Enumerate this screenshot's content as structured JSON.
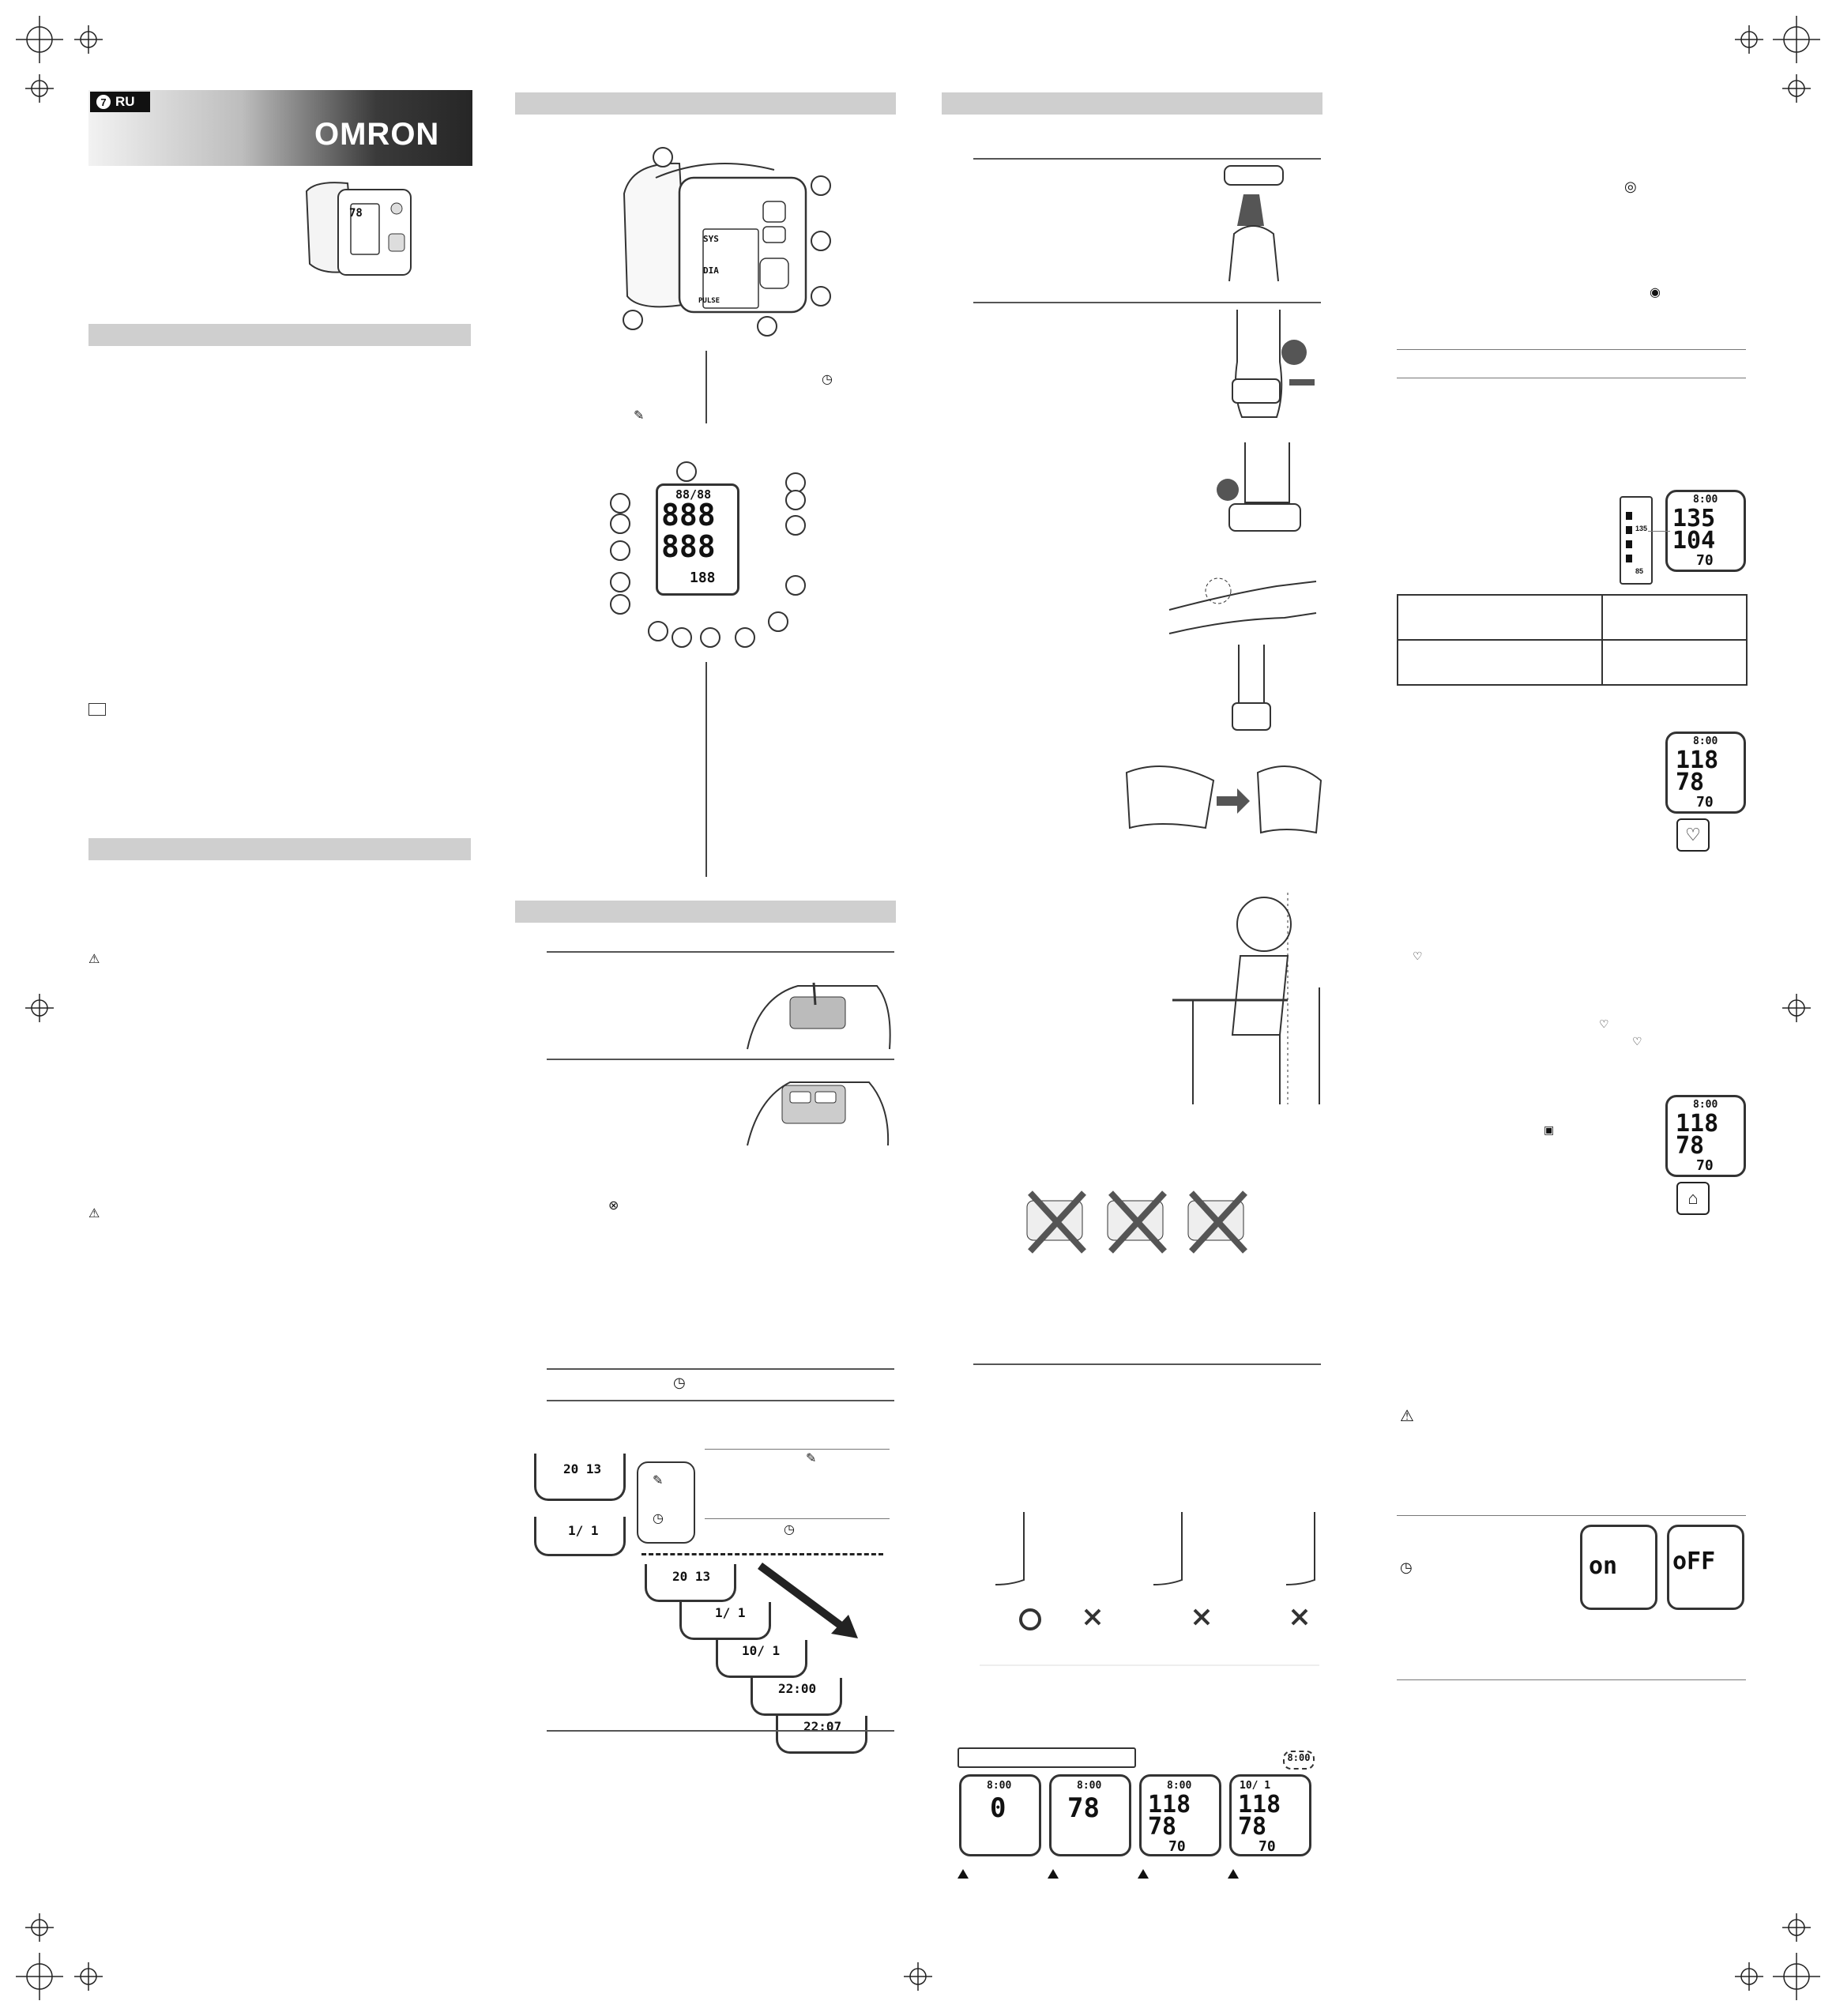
{
  "header": {
    "lang_number": "7",
    "lang_code": "RU",
    "brand": "OMRON"
  },
  "device_labels": {
    "sys": "SYS",
    "dia": "DIA",
    "pulse": "PULSE"
  },
  "lcd_parts": {
    "date_time": "88/88",
    "sys": "888",
    "dia": "888",
    "pulse": "188"
  },
  "cuff_scale": {
    "upper": "135",
    "lower": "85"
  },
  "example_135_display": {
    "time": "8:00",
    "sys": "135",
    "dia": "104",
    "pulse": "70"
  },
  "irregular_display": {
    "time": "8:00",
    "sys": "118",
    "dia": "78",
    "pulse": "70"
  },
  "movement_display": {
    "time": "8:00",
    "sys": "118",
    "dia": "78",
    "pulse": "70"
  },
  "setting_displays": {
    "on": "on",
    "off": "oFF"
  },
  "date_setting": {
    "year": "20 13",
    "month_day": "1/ 1",
    "month_day_set": "10/ 1",
    "time1": "22:00",
    "time2": "22:07"
  },
  "measurement_sequence": [
    {
      "time": "8:00",
      "sys": "0",
      "dia": "",
      "pulse": ""
    },
    {
      "time": "8:00",
      "sys": "78",
      "dia": "",
      "pulse": ""
    },
    {
      "time": "8:00",
      "sys": "118",
      "dia": "78",
      "pulse": "70"
    },
    {
      "time": "8:00",
      "date": "10/ 1",
      "sys": "118",
      "dia": "78",
      "pulse": "70"
    }
  ],
  "level_indicator": {
    "mark1": "135",
    "mark2": "85"
  },
  "seq_top_time": "8:00"
}
